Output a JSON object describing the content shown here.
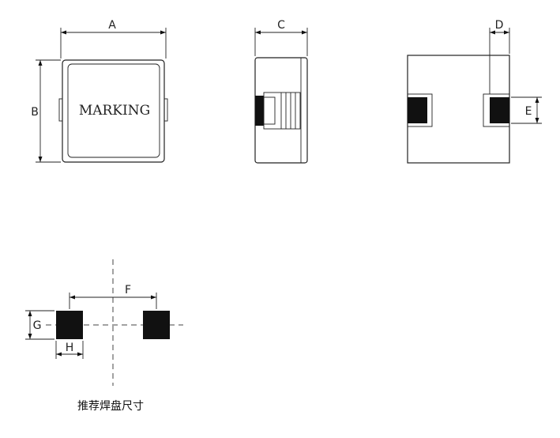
{
  "diagram": {
    "top_view": {
      "marking_text": "MARKING",
      "dim_width_label": "A",
      "dim_height_label": "B"
    },
    "side_view": {
      "dim_depth_label": "C"
    },
    "bottom_view": {
      "dim_terminal_width_label": "D",
      "dim_terminal_height_label": "E"
    },
    "pad_layout": {
      "dim_pitch_label": "F",
      "dim_pad_height_label": "G",
      "dim_pad_width_label": "H",
      "caption": "推荐焊盘尺寸"
    }
  }
}
